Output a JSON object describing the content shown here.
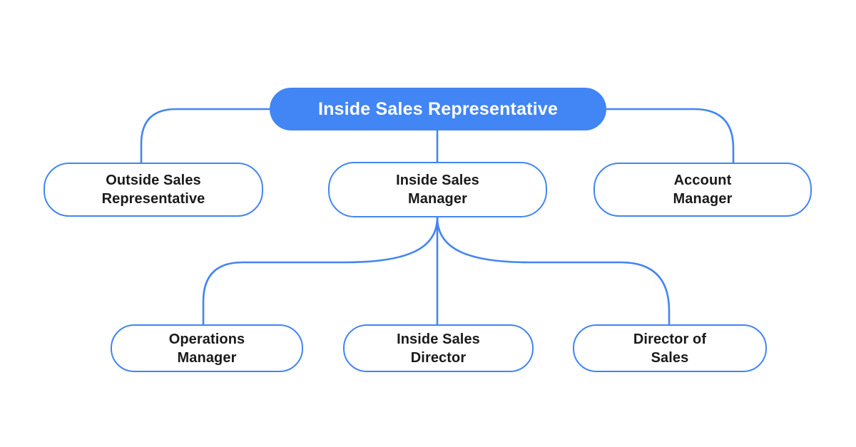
{
  "colors": {
    "accent": "#4285F4",
    "line": "#4285F4",
    "node_fill": "#FFFFFF",
    "root_text": "#FFFFFF",
    "node_text": "#1A1A1A",
    "background": "#FFFFFF"
  },
  "nodes": {
    "root": {
      "label": "Inside Sales Representative"
    },
    "outside_sales_representative": {
      "line1": "Outside Sales",
      "line2": "Representative"
    },
    "inside_sales_manager": {
      "line1": "Inside Sales",
      "line2": "Manager"
    },
    "account_manager": {
      "line1": "Account",
      "line2": "Manager"
    },
    "operations_manager": {
      "line1": "Operations",
      "line2": "Manager"
    },
    "inside_sales_director": {
      "line1": "Inside Sales",
      "line2": "Director"
    },
    "director_of_sales": {
      "line1": "Director of",
      "line2": "Sales"
    }
  },
  "edges": [
    {
      "from": "Inside Sales Representative",
      "to": "Outside Sales Representative"
    },
    {
      "from": "Inside Sales Representative",
      "to": "Inside Sales Manager"
    },
    {
      "from": "Inside Sales Representative",
      "to": "Account Manager"
    },
    {
      "from": "Inside Sales Manager",
      "to": "Operations Manager"
    },
    {
      "from": "Inside Sales Manager",
      "to": "Inside Sales Director"
    },
    {
      "from": "Inside Sales Manager",
      "to": "Director of Sales"
    }
  ]
}
